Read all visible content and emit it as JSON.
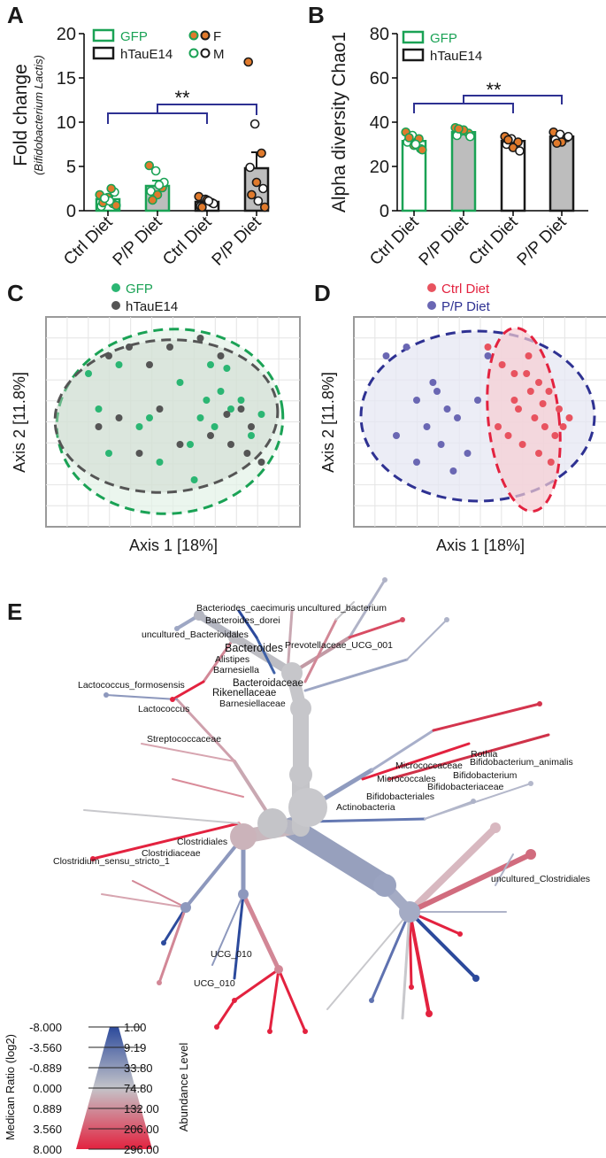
{
  "panels": {
    "A": {
      "letter": "A"
    },
    "B": {
      "letter": "B"
    },
    "C": {
      "letter": "C"
    },
    "D": {
      "letter": "D"
    },
    "E": {
      "letter": "E"
    }
  },
  "chart_data": [
    {
      "panel": "A",
      "type": "bar",
      "ylabel": "Fold change",
      "ylabel2": "(Bifidobacterium Lactis)",
      "ylim": [
        0,
        20
      ],
      "yticks": [
        "0",
        "5",
        "10",
        "15",
        "20"
      ],
      "categories": [
        "Ctrl Diet",
        "P/P Diet",
        "Ctrl Diet",
        "P/P Diet"
      ],
      "values": [
        1.3,
        2.8,
        1.0,
        4.8
      ],
      "errors": [
        0.3,
        0.6,
        0.25,
        1.8
      ],
      "legend": {
        "series": [
          "GFP",
          "hTauE14"
        ],
        "sex": [
          "F",
          "M"
        ]
      },
      "significance": "**",
      "points": [
        [
          1.8,
          1.2,
          0.8,
          0.5,
          1.5,
          2.1,
          0.9,
          1.1,
          0.6,
          1.4,
          2.5
        ],
        [
          5.1,
          4.5,
          2.6,
          2.2,
          1.8,
          3.2,
          1.2,
          2.9
        ],
        [
          1.6,
          1.3,
          0.9,
          0.5,
          1.2,
          0.8,
          0.4,
          1.1
        ],
        [
          16.8,
          9.8,
          6.5,
          4.9,
          3.2,
          2.5,
          1.8,
          1.1,
          0.4
        ]
      ]
    },
    {
      "panel": "B",
      "type": "bar",
      "ylabel": "Alpha diversity Chao1",
      "ylim": [
        0,
        80
      ],
      "yticks": [
        "0",
        "20",
        "40",
        "60",
        "80"
      ],
      "categories": [
        "Ctrl Diet",
        "P/P Diet",
        "Ctrl Diet",
        "P/P Diet"
      ],
      "values": [
        31.5,
        35.5,
        31.5,
        33.5
      ],
      "errors": [
        1.0,
        0.8,
        0.9,
        0.9
      ],
      "legend": {
        "series": [
          "GFP",
          "hTauE14"
        ]
      },
      "significance": "**",
      "points": [
        [
          35.5,
          34.0,
          32.5,
          31.0,
          29.5,
          28.0,
          33.0,
          30.0,
          27.5
        ],
        [
          37.5,
          36.0,
          35.0,
          34.0,
          36.5,
          33.5,
          37.0
        ],
        [
          33.5,
          32.5,
          31.0,
          30.0,
          28.5,
          27.0,
          32.0
        ],
        [
          35.5,
          34.5,
          33.0,
          32.0,
          31.0,
          33.5,
          30.5
        ]
      ]
    },
    {
      "panel": "C",
      "type": "scatter",
      "xlabel": "Axis 1 [18%]",
      "ylabel": "Axis 2 [11.8%]",
      "series": [
        {
          "name": "GFP",
          "color": "#2bb673",
          "x": [
            -0.4,
            -0.25,
            -0.35,
            -0.1,
            0.05,
            0.2,
            0.25,
            0.3,
            0.15,
            0.35,
            0.4,
            0.1,
            -0.05,
            0.22,
            0.28,
            0.45,
            0.18,
            -0.3,
            0.12,
            -0.15
          ],
          "y": [
            0.25,
            0.3,
            0.05,
            0.0,
            0.2,
            0.3,
            0.15,
            0.05,
            0.0,
            0.1,
            -0.1,
            -0.15,
            -0.25,
            -0.05,
            0.28,
            0.02,
            0.1,
            -0.2,
            -0.35,
            -0.05
          ]
        },
        {
          "name": "hTauE14",
          "color": "#555555",
          "x": [
            -0.3,
            -0.2,
            -0.1,
            0.0,
            0.15,
            0.25,
            0.35,
            0.4,
            0.3,
            -0.25,
            -0.35,
            -0.15,
            0.05,
            0.2,
            0.38,
            0.28,
            0.45,
            -0.05
          ],
          "y": [
            0.35,
            0.4,
            0.3,
            0.4,
            0.45,
            0.35,
            0.05,
            -0.05,
            -0.15,
            0.0,
            -0.05,
            -0.2,
            -0.15,
            -0.1,
            -0.2,
            0.02,
            -0.25,
            0.05
          ]
        }
      ]
    },
    {
      "panel": "D",
      "type": "scatter",
      "xlabel": "Axis 1 [18%]",
      "ylabel": "Axis 2 [11.8%]",
      "series": [
        {
          "name": "Ctrl Diet",
          "color": "#e8535f",
          "x": [
            0.05,
            0.12,
            0.18,
            0.25,
            0.3,
            0.35,
            0.4,
            0.45,
            0.2,
            0.28,
            0.33,
            0.15,
            0.22,
            0.38,
            0.42,
            0.26,
            0.1,
            0.3,
            0.36,
            0.24,
            0.18,
            0.32
          ],
          "y": [
            0.4,
            0.3,
            0.25,
            0.35,
            0.2,
            0.15,
            0.05,
            0.0,
            0.05,
            0.0,
            -0.05,
            -0.1,
            -0.15,
            -0.1,
            -0.05,
            0.15,
            -0.05,
            -0.2,
            -0.25,
            0.25,
            0.1,
            0.08
          ]
        },
        {
          "name": "P/P Diet",
          "color": "#6a67b3",
          "x": [
            -0.45,
            -0.35,
            -0.3,
            -0.2,
            -0.15,
            -0.1,
            -0.25,
            -0.18,
            -0.05,
            0.0,
            0.05,
            -0.3,
            -0.4,
            -0.12,
            -0.22
          ],
          "y": [
            0.35,
            0.4,
            0.1,
            0.15,
            0.05,
            0.0,
            -0.05,
            -0.15,
            -0.2,
            0.1,
            0.35,
            -0.25,
            -0.1,
            -0.3,
            0.2
          ]
        }
      ]
    },
    {
      "panel": "E",
      "type": "tree",
      "labels": [
        "Bacteriodes_caecimuris",
        "Bacteroides_dorei",
        "uncultured_bacterium",
        "uncultured_Bacterioidales",
        "Bacteroides",
        "Prevotellaceae_UCG_001",
        "Alistipes",
        "Barnesiella",
        "Bacteroidaceae",
        "Rikenellaceae",
        "Barnesiellaceae",
        "Lactococcus_formosensis",
        "Lactococcus",
        "Streptococcaceae",
        "Rothia",
        "Micrococcaceae",
        "Bifidobacterium_animalis",
        "Bifidobacterium",
        "Micrococcales",
        "Bifidobacteriaceae",
        "Bifidobacteriales",
        "Actinobacteria",
        "Clostridiales",
        "Clostridiaceae",
        "Clostridium_sensu_stricto_1",
        "uncultured_Clostridiales",
        "UCG_010",
        "UCG_010"
      ],
      "legend_title_left": "Medican Ratio (log2)",
      "legend_title_right": "Abundance Level",
      "legend_left": [
        "-8.000",
        "-3.560",
        "-0.889",
        "0.000",
        "0.889",
        "3.560",
        "8.000"
      ],
      "legend_right": [
        "1.00",
        "9.19",
        "33.80",
        "74.80",
        "132.00",
        "206.00",
        "296.00"
      ]
    }
  ],
  "colors": {
    "green": "#1aa255",
    "black": "#1a1a1a",
    "gray_fill": "#bdbdbd",
    "orange": "#e07a2c",
    "blue_bracket": "#2e3192",
    "blue_tree": "#2c4a9c",
    "gray_tree": "#c8c8cc",
    "red_tree": "#e3223f"
  }
}
